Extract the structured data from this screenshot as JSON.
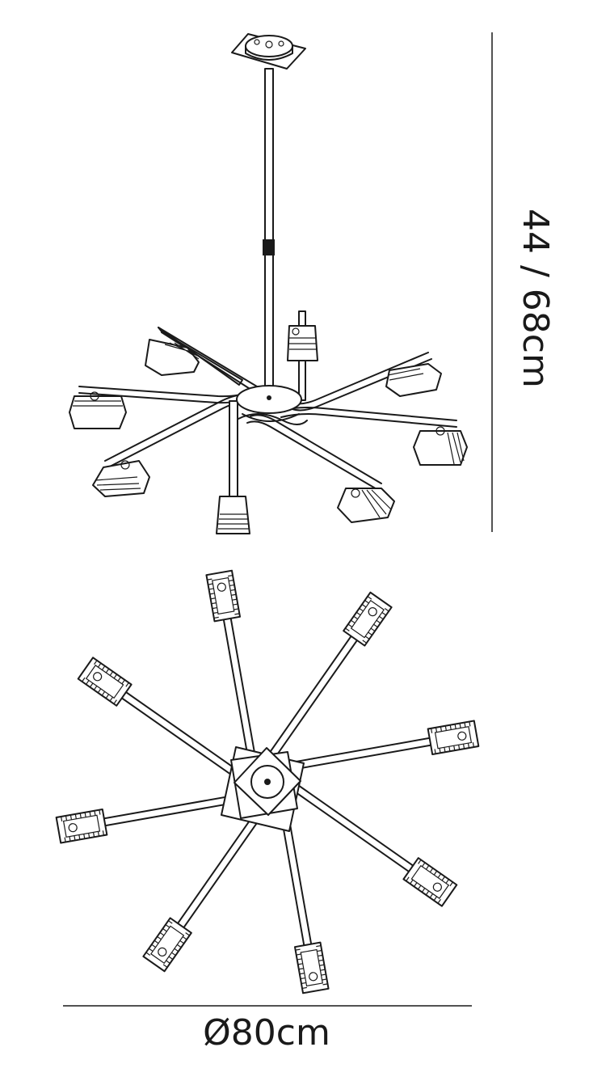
{
  "dimensions": {
    "height": "44 / 68cm",
    "diameter": "Ø80cm"
  },
  "views": {
    "elevation": {
      "arms": 8
    },
    "plan": {
      "arms": 8
    }
  },
  "colors": {
    "line": "#1a1a1a",
    "background": "#ffffff"
  }
}
